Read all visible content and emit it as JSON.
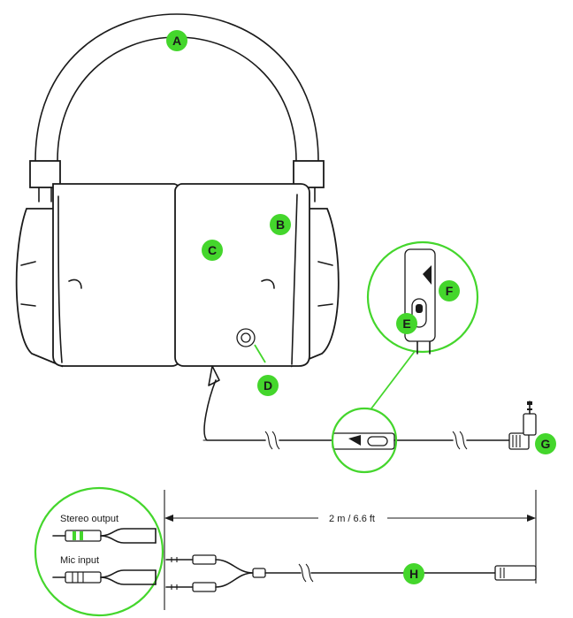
{
  "labels": {
    "a": "A",
    "b": "B",
    "c": "C",
    "d": "D",
    "e": "E",
    "f": "F",
    "g": "G",
    "h": "H"
  },
  "splitter": {
    "stereo_output": "Stereo output",
    "mic_input": "Mic input"
  },
  "cable_length": "2 m / 6.6 ft",
  "colors": {
    "accent": "#44d62c",
    "stroke": "#1a1a1a",
    "background": "#ffffff"
  }
}
